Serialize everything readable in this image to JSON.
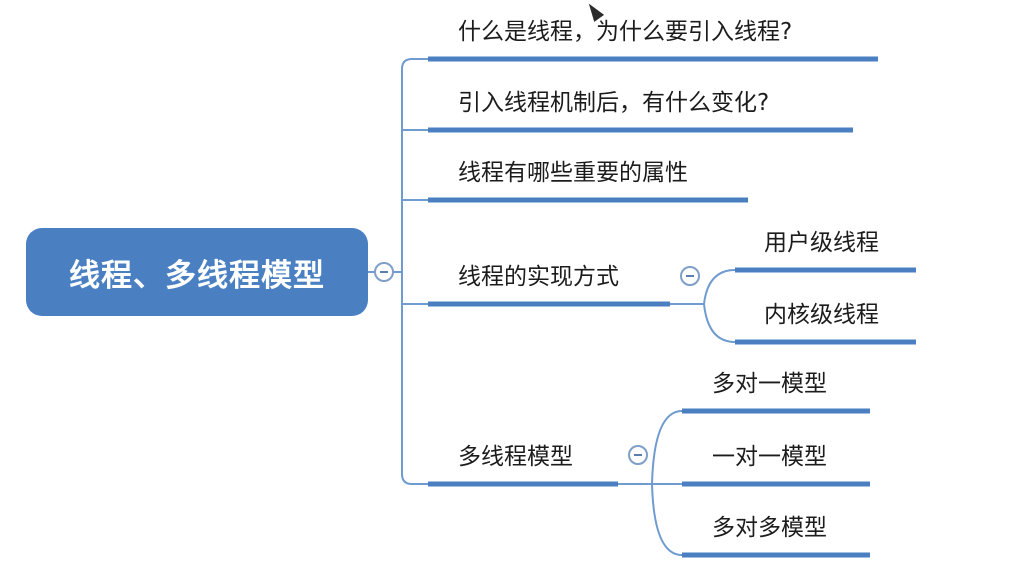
{
  "root": {
    "label": "线程、多线程模型"
  },
  "branches": [
    {
      "label": "什么是线程，为什么要引入线程?"
    },
    {
      "label": "引入线程机制后，有什么变化?"
    },
    {
      "label": "线程有哪些重要的属性"
    },
    {
      "label": "线程的实现方式",
      "children": [
        {
          "label": "用户级线程"
        },
        {
          "label": "内核级线程"
        }
      ]
    },
    {
      "label": "多线程模型",
      "children": [
        {
          "label": "多对一模型"
        },
        {
          "label": "一对一模型"
        },
        {
          "label": "多对多模型"
        }
      ]
    }
  ],
  "colors": {
    "root_fill": "#4a80c2",
    "underline": "#4a80c2",
    "connector": "#6f9bd0",
    "collapse_border": "#7f9fc9"
  },
  "icons": {
    "collapse": "minus-circle-icon",
    "cursor": "mouse-pointer-icon"
  }
}
